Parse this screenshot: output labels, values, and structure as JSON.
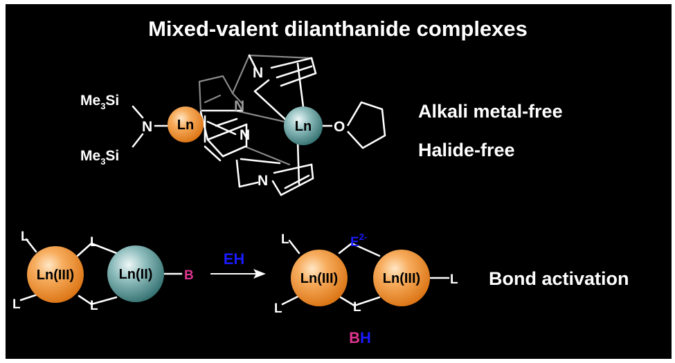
{
  "title": "Mixed-valent dilanthanide complexes",
  "features": [
    "Alkali metal-free",
    "Halide-free"
  ],
  "top_structure": {
    "silyl_group": "Me",
    "silyl_subscript": "3",
    "silyl_element": "Si",
    "nitrogen": "N",
    "metal": "Ln",
    "oxygen": "O"
  },
  "reaction": {
    "left_ligand": "L",
    "reactant_metal_1": "Ln(III)",
    "reactant_metal_2": "Ln(II)",
    "b_label": "B",
    "reagent_e": "E",
    "reagent_h": "H",
    "product_metal": "Ln(III)",
    "bridge_e": "E",
    "bridge_charge": "2-",
    "byproduct_b": "B",
    "byproduct_h": "H"
  },
  "bond_activation": "Bond activation",
  "colors": {
    "background": "#000000",
    "text": "#ffffff",
    "ln_orange": "#f08a25",
    "ln_teal": "#4e8d8d",
    "reagent_blue": "#1a1aff",
    "boron_magenta": "#e0348f",
    "structure_gray": "#8a8a8a"
  }
}
